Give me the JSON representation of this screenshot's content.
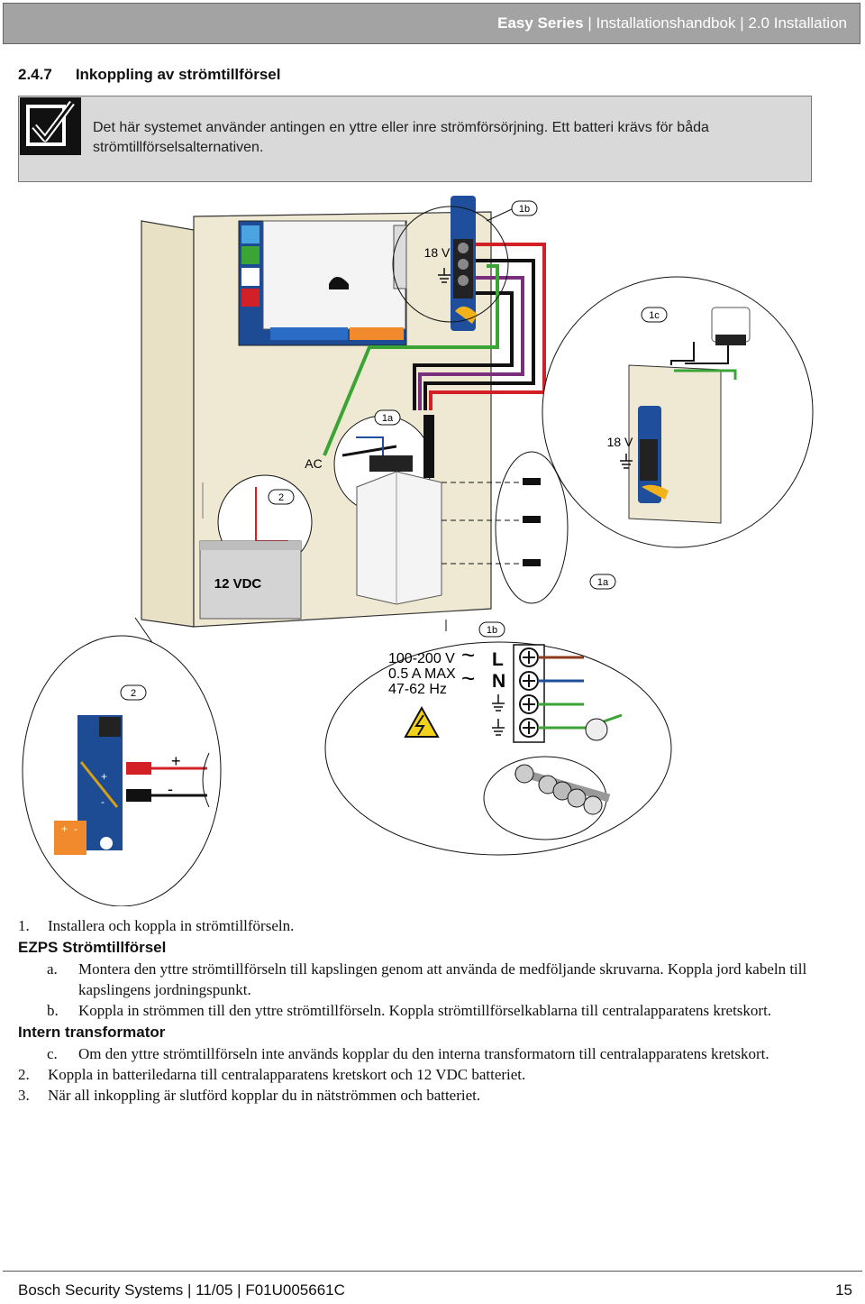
{
  "header": {
    "series": "Easy Series",
    "separator1": " | ",
    "handbook": "Installationshandbok",
    "separator2": " | ",
    "chapter": "2.0 Installation"
  },
  "section": {
    "number": "2.4.7",
    "title": "Inkoppling av strömtillförsel"
  },
  "note": {
    "icon": "checkbox-check-icon",
    "text": "Det här systemet använder antingen en yttre eller inre strömförsörjning. Ett batteri krävs för båda strömtillförselsalternativen."
  },
  "figure": {
    "callout_1b_top": "1b",
    "callout_1c": "1c",
    "callout_1a_mid": "1a",
    "callout_1a_right": "1a",
    "callout_2_mid": "2",
    "callout_1b_bottom": "1b",
    "callout_2_bottom": "2",
    "label_18v_top": "18 V",
    "label_18v_right": "18 V",
    "label_ac": "AC",
    "label_battery": "12 VDC",
    "spec_voltage": "100-200 V",
    "spec_current": "0.5 A MAX",
    "spec_freq": "47-62 Hz",
    "tilde1": "~",
    "tilde2": "~",
    "terminal_l": "L",
    "terminal_n": "N",
    "plus_sign": "+",
    "minus_sign": "-",
    "board_plus": "+",
    "board_minus": "-",
    "orange_plus": "+",
    "orange_minus": "-",
    "colors": {
      "red": "#d32027",
      "black": "#111111",
      "green": "#3aa535",
      "purple": "#7a2f7c",
      "blue": "#1f4e9c",
      "cabinet": "#efe9d4"
    }
  },
  "steps": {
    "s1_num": "1.",
    "s1_text": "Installera och koppla in strömtillförseln.",
    "h_ezps": "EZPS Strömtillförsel",
    "a_let": "a.",
    "a_text": "Montera den yttre strömtillförseln till kapslingen genom att använda de medföljande skruvarna. Koppla jord kabeln till kapslingens jordningspunkt.",
    "b_let": "b.",
    "b_text": "Koppla in strömmen till den yttre strömtillförseln. Koppla strömtillförselkablarna till centralapparatens kretskort.",
    "h_intern": "Intern transformator",
    "c_let": "c.",
    "c_text": "Om den yttre strömtillförseln inte används kopplar du den interna transformatorn till centralapparatens kretskort.",
    "s2_num": "2.",
    "s2_text": "Koppla in batteriledarna till centralapparatens kretskort och 12 VDC batteriet.",
    "s3_num": "3.",
    "s3_text": "När all inkoppling är slutförd kopplar du in nätströmmen och batteriet."
  },
  "footer": {
    "company": "Bosch Security Systems",
    "sep1": " | ",
    "date": "11/05",
    "sep2": " | ",
    "doc": "F01U005661C",
    "page": "15"
  }
}
